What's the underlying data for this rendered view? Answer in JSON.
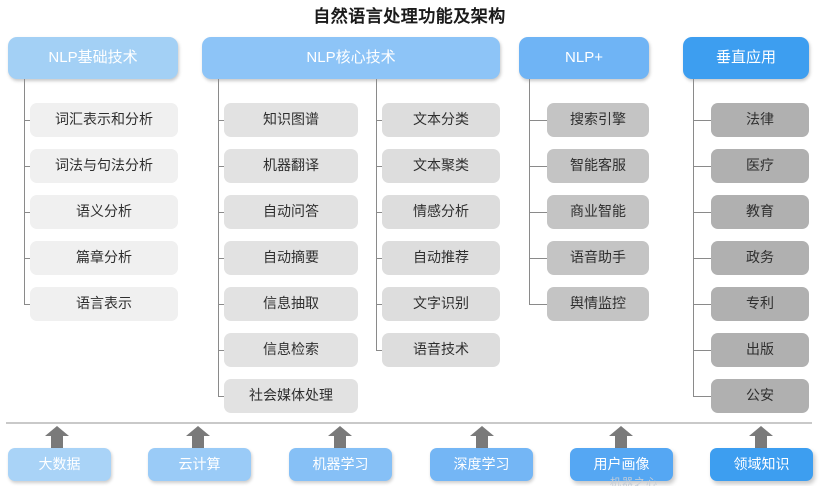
{
  "title": "自然语言处理功能及架构",
  "columns": [
    {
      "id": "nlp-basic",
      "header": "NLP基础技术",
      "header_color": "#a3d0f5",
      "item_color": "#f0f0f0",
      "items": [
        "词汇表示和分析",
        "词法与句法分析",
        "语义分析",
        "篇章分析",
        "语言表示"
      ]
    },
    {
      "id": "nlp-core-a",
      "header": "NLP核心技术",
      "header_color": "#8dc4f7",
      "item_color": "#e2e2e2",
      "items": [
        "知识图谱",
        "机器翻译",
        "自动问答",
        "自动摘要",
        "信息抽取",
        "信息检索",
        "社会媒体处理"
      ]
    },
    {
      "id": "nlp-core-b",
      "header": "",
      "header_color": "#8dc4f7",
      "item_color": "#dddddd",
      "items": [
        "文本分类",
        "文本聚类",
        "情感分析",
        "自动推荐",
        "文字识别",
        "语音技术"
      ]
    },
    {
      "id": "nlp-plus",
      "header": "NLP+",
      "header_color": "#6fb4f5",
      "item_color": "#c4c4c4",
      "items": [
        "搜索引擎",
        "智能客服",
        "商业智能",
        "语音助手",
        "舆情监控"
      ]
    },
    {
      "id": "vertical-apps",
      "header": "垂直应用",
      "header_color": "#3d9ef0",
      "item_color": "#b0b0b0",
      "items": [
        "法律",
        "医疗",
        "教育",
        "政务",
        "专利",
        "出版",
        "公安"
      ]
    }
  ],
  "foundations": [
    {
      "label": "大数据",
      "color": "#a9d3f7"
    },
    {
      "label": "云计算",
      "color": "#9acbf7"
    },
    {
      "label": "机器学习",
      "color": "#86c0f6"
    },
    {
      "label": "深度学习",
      "color": "#74b6f5"
    },
    {
      "label": "用户画像",
      "color": "#55a7f3"
    },
    {
      "label": "领域知识",
      "color": "#3d9ef0"
    }
  ],
  "arrow_color": "#7a7a7a",
  "connector_color": "#8a8a8a",
  "divider_color": "#c9c9c9",
  "watermark": "机器之心"
}
